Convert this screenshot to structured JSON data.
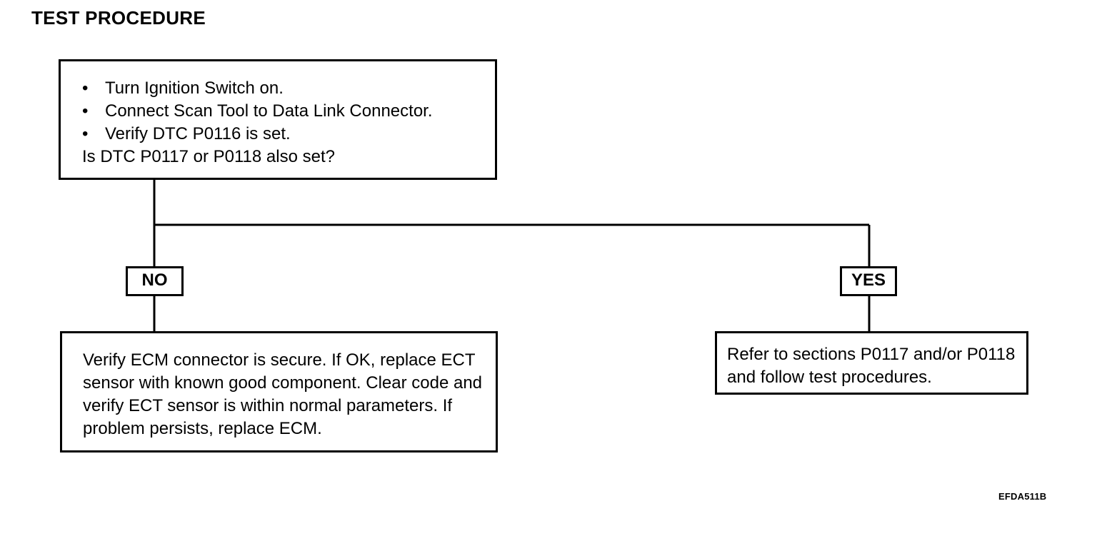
{
  "title": "TEST PROCEDURE",
  "start_box": {
    "steps": [
      "Turn Ignition Switch on.",
      "Connect Scan Tool to Data Link Connector.",
      "Verify DTC P0116 is set."
    ],
    "question": "Is DTC P0117 or P0118 also set?"
  },
  "branch_no": {
    "label": "NO",
    "text": "Verify ECM connector is secure. If OK, replace ECT sensor with known good component. Clear code and verify ECT sensor is within normal parameters. If problem persists, replace ECM."
  },
  "branch_yes": {
    "label": "YES",
    "text": "Refer to sections P0117 and/or P0118 and follow test procedures."
  },
  "figure_id": "EFDA511B"
}
